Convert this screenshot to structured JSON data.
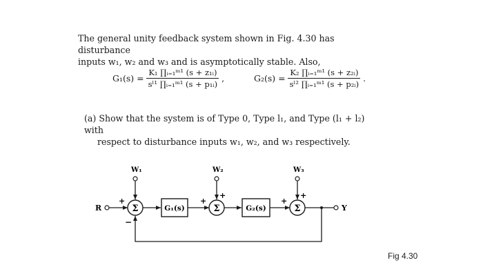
{
  "problem": {
    "intro_line1": "The general unity feedback system shown in Fig. 4.30 has disturbance",
    "intro_line2": "inputs w₁, w₂ and w₃ and is asymptotically stable. Also,",
    "g1_lhs": "G₁(s) =",
    "g1_num": "K₁ ∏ᵢ₌₁ᵐ¹ (s + z₁ᵢ)",
    "g1_den": "sˡ¹ ∏ᵢ₌₁ᵐ¹ (s + p₁ᵢ)",
    "g1_sep": ",",
    "g2_lhs": "G₂(s) =",
    "g2_num": "K₂ ∏ᵢ₌₁ᵐ¹ (s + z₂ᵢ)",
    "g2_den": "sˡ² ∏ᵢ₌₁ᵐ¹ (s + p₂ᵢ)",
    "g2_sep": ".",
    "part_a_line1": "(a) Show that the system is of Type 0, Type l₁, and Type (l₁ + l₂) with",
    "part_a_line2": "respect to disturbance inputs w₁, w₂, and w₃ respectively."
  },
  "diagram": {
    "input_label": "R",
    "output_label": "Y",
    "sum_symbol": "Σ",
    "block1_label": "G₁(s)",
    "block2_label": "G₂(s)",
    "w1_label": "W₁",
    "w2_label": "W₂",
    "w3_label": "W₃",
    "plus": "+",
    "minus": "−"
  },
  "figure_label": "Fig 4.30"
}
